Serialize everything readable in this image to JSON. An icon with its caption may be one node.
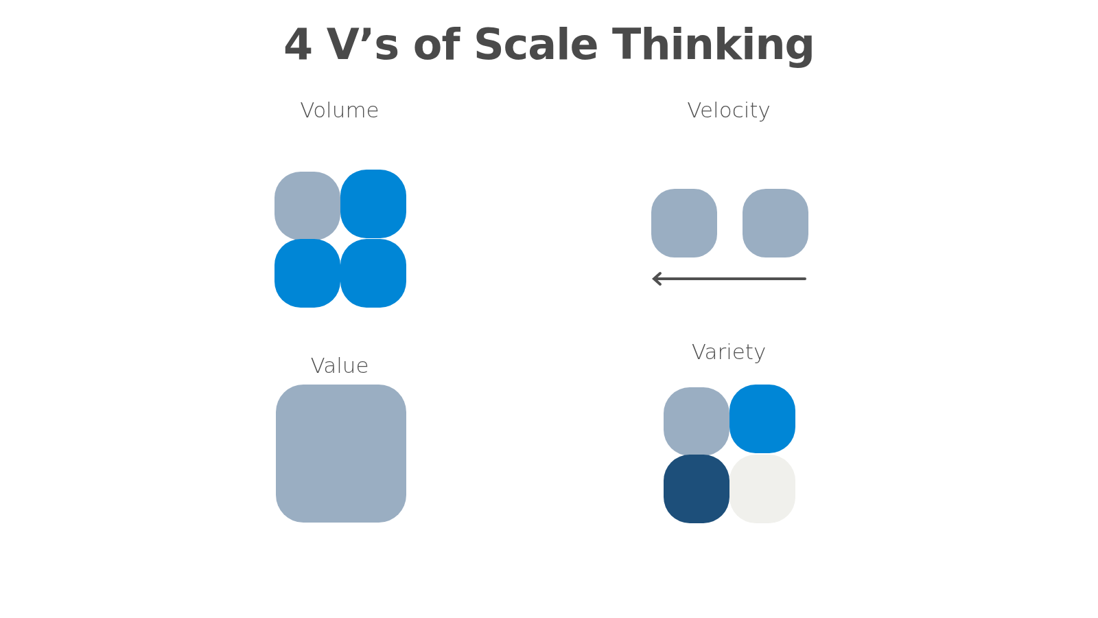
{
  "diagram": {
    "title": "4 V’s of Scale Thinking",
    "nodes": [
      {
        "text": [],
        "shape": "box"
      },
      {
        "text": [],
        "shape": "box"
      },
      {
        "text": [],
        "shape": "box"
      },
      {
        "text": [],
        "shape": "box"
      },
      {
        "text": [],
        "shape": "box"
      },
      {
        "text": [],
        "shape": "box"
      },
      {
        "text": [],
        "shape": "box"
      },
      {
        "text": [],
        "shape": "box"
      },
      {
        "text": [],
        "shape": "box"
      },
      {
        "text": [],
        "shape": "box"
      },
      {
        "text": [],
        "shape": "box"
      }
    ],
    "labels": [
      "Volume",
      "Velocity",
      "Value",
      "Variety"
    ]
  }
}
